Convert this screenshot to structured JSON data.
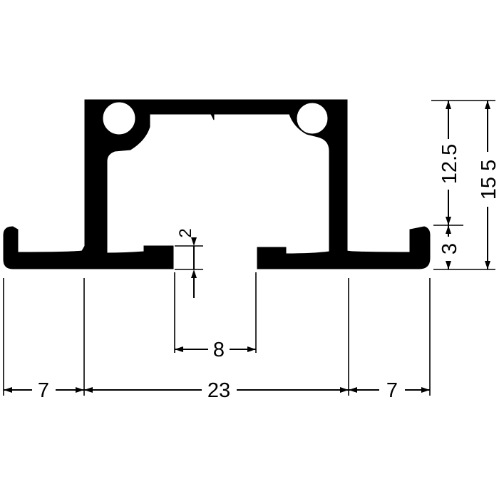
{
  "diagram": {
    "colors": {
      "ink": "#000000",
      "paper": "#ffffff"
    },
    "dimensions": {
      "left_flange": "7",
      "overall_width": "23",
      "right_flange": "7",
      "slot_width": "8",
      "lip_thickness": "2",
      "inner_height": "12.5",
      "overall_height": "15 5",
      "base_height": "3"
    }
  }
}
